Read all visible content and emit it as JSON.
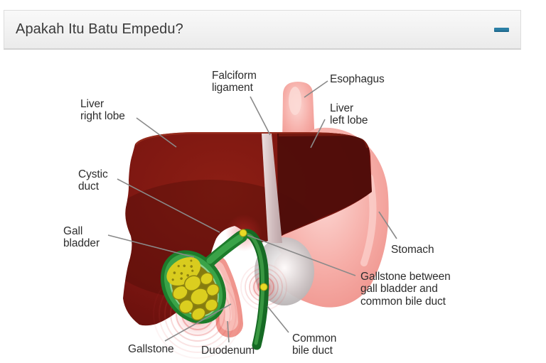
{
  "header": {
    "title": "Apakah Itu Batu Empedu?",
    "collapse_icon": "minus",
    "accent_color": "#2b7fa5"
  },
  "diagram": {
    "labels": {
      "falciform_ligament": {
        "text": "Falciform\nligament"
      },
      "esophagus": {
        "text": "Esophagus"
      },
      "liver_right_lobe": {
        "text": "Liver\nright lobe"
      },
      "liver_left_lobe": {
        "text": "Liver\nleft lobe"
      },
      "cystic_duct": {
        "text": "Cystic\nduct"
      },
      "gall_bladder": {
        "text": "Gall\nbladder"
      },
      "stomach": {
        "text": "Stomach"
      },
      "gallstone_between": {
        "text": "Gallstone between\ngall bladder and\ncommon bile duct"
      },
      "gallstone": {
        "text": "Gallstone"
      },
      "duodenum": {
        "text": "Duodenum"
      },
      "common_bile_duct": {
        "text": "Common\nbile duct"
      }
    },
    "colors": {
      "liver": "#7a1712",
      "liver_left_lobe": "#4e0d0a",
      "stomach_pink": "#f4a7a1",
      "falciform_ligament": "#c9b4b6",
      "gall_bladder_green": "#2f9940",
      "bile_duct_green": "#166a24",
      "gallstone_yellow": "#dbce1f",
      "pain_rings_red": "#e04848",
      "pointer_line_gray": "#8a8a8a",
      "label_text": "#2d2d2d"
    }
  }
}
